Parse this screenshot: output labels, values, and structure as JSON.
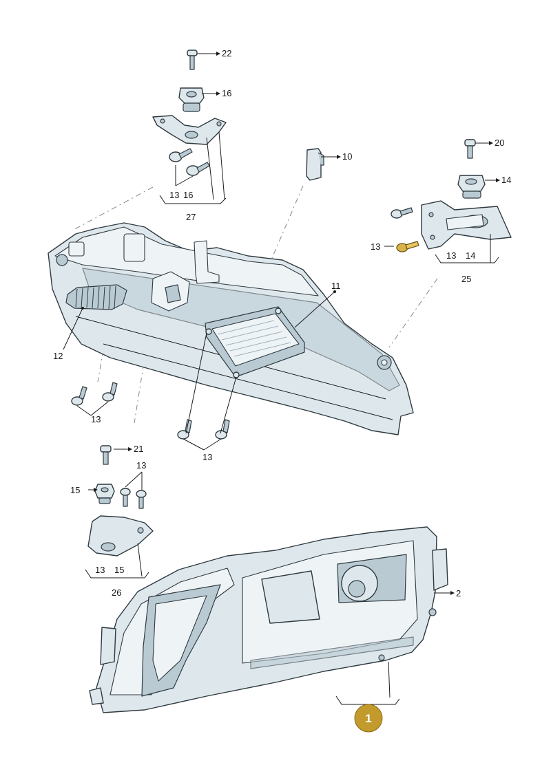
{
  "callouts": {
    "c22": "22",
    "c16": "16",
    "c10": "10",
    "c20": "20",
    "c14": "14",
    "c13_a": "13",
    "c16_b": "16",
    "c27": "27",
    "c13_b": "13",
    "c13_c": "13",
    "c14_b": "14",
    "c25": "25",
    "c11": "11",
    "c12": "12",
    "c13_d": "13",
    "c13_e": "13",
    "c21": "21",
    "c13_f": "13",
    "c15": "15",
    "c13_g": "13",
    "c15_b": "15",
    "c26": "26",
    "c2": "2"
  },
  "badge": {
    "label": "1",
    "color": "#c39a2c"
  },
  "colors": {
    "part_fill": "#dde7ec",
    "outline": "#2f3a40",
    "highlight_screw": "#d9b24a"
  }
}
